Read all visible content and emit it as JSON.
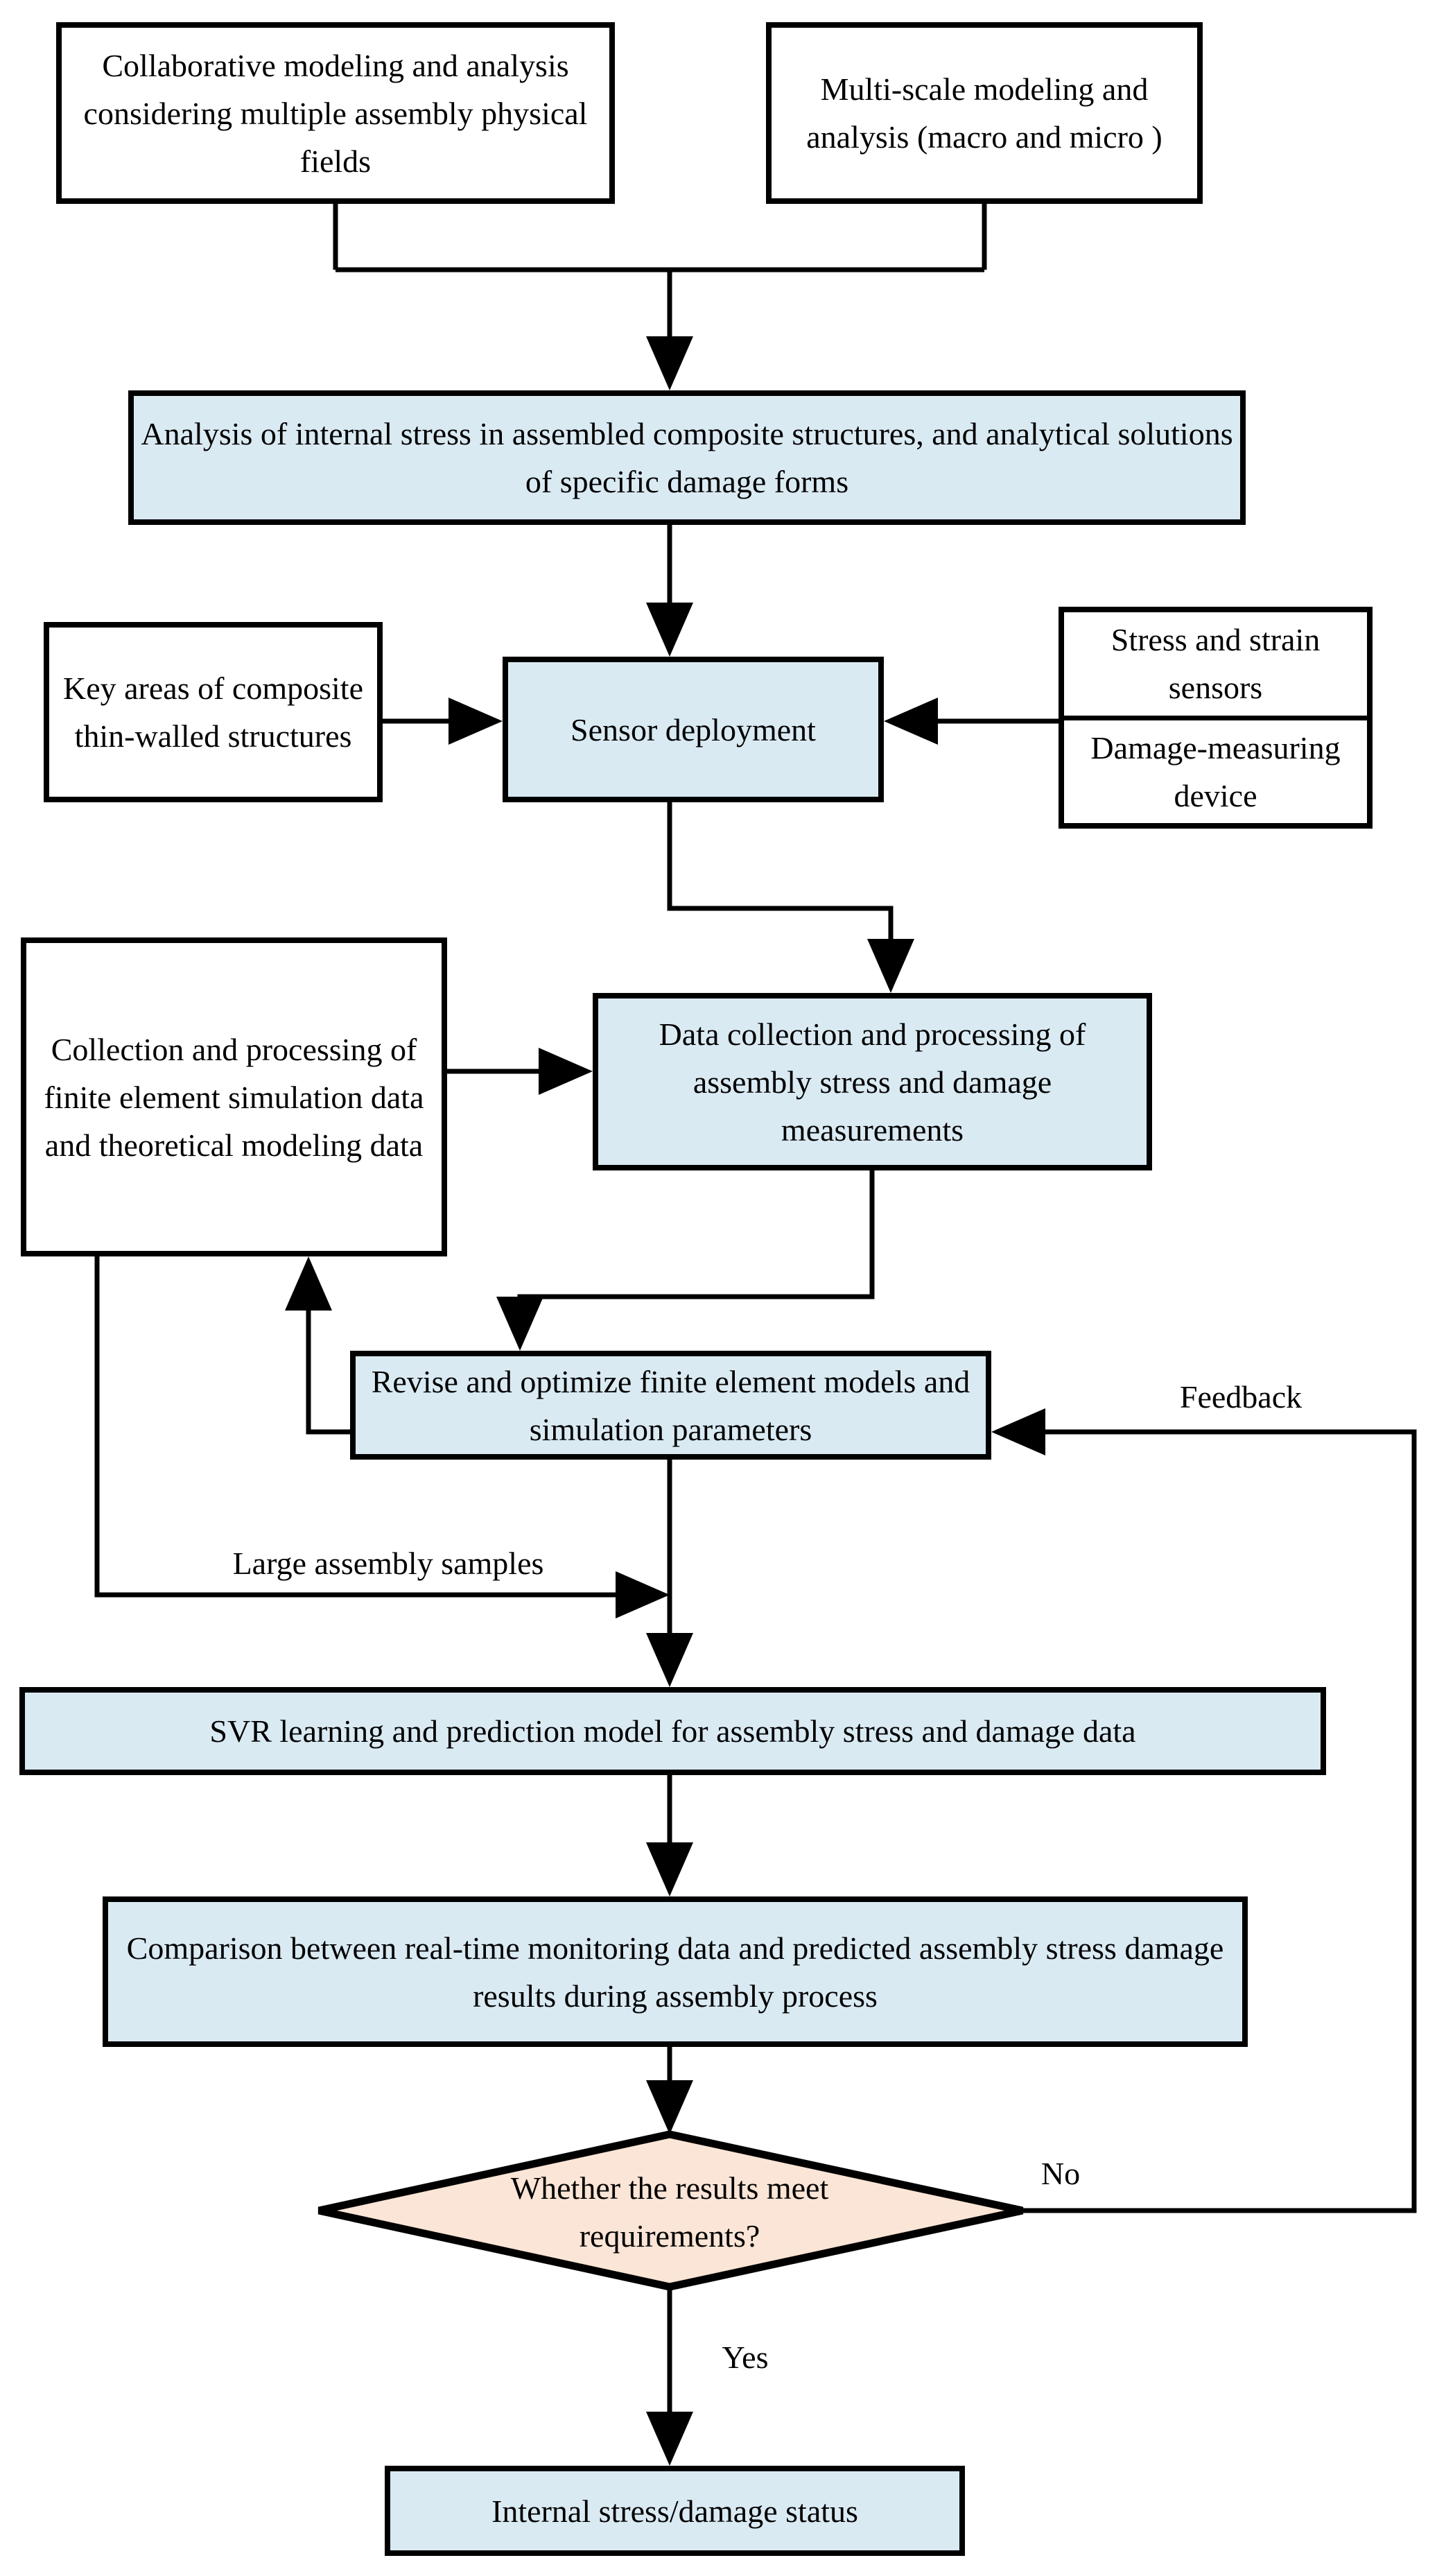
{
  "diagram": {
    "title": "Assembly stress and damage monitoring flowchart",
    "nodes": {
      "collab": "Collaborative modeling and analysis considering multiple assembly physical fields",
      "multiscale": "Multi-scale modeling and analysis (macro and micro )",
      "analysis": "Analysis of internal stress in assembled composite structures, and analytical solutions of specific damage forms",
      "key_areas": "Key areas of composite thin-walled structures",
      "sensor_deployment": "Sensor deployment",
      "stress_sensors": "Stress and strain sensors",
      "damage_device": "Damage-measuring device",
      "fe_collection": "Collection and processing of finite element simulation data and theoretical modeling data",
      "data_collection": "Data collection and processing of assembly stress and damage measurements",
      "revise": "Revise and optimize finite element models and simulation parameters",
      "svr": "SVR learning and prediction model for assembly stress and damage data",
      "comparison": "Comparison between real-time monitoring data and predicted assembly stress damage results during assembly process",
      "decision": "Whether the results meet requirements?",
      "final": "Internal stress/damage status"
    },
    "labels": {
      "feedback": "Feedback",
      "large_samples": "Large assembly samples",
      "no": "No",
      "yes": "Yes"
    },
    "colors": {
      "process_fill": "#daeaf3",
      "decision_fill": "#fbe5d6",
      "io_fill": "#ffffff",
      "line": "#000000"
    }
  }
}
